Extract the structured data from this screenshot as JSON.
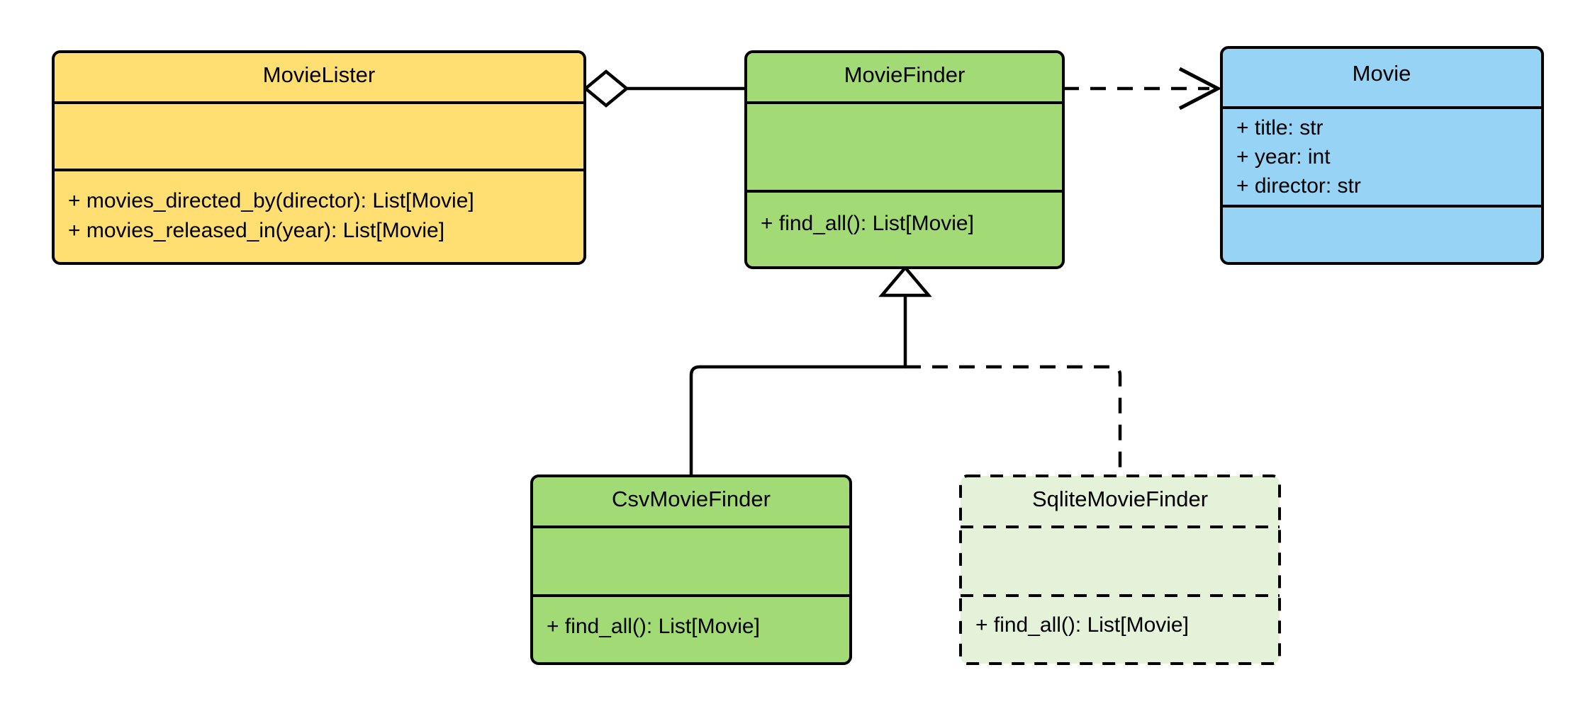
{
  "diagram": {
    "type": "uml-class-diagram",
    "background": "#ffffff",
    "palette": {
      "yellow": "#FFDE72",
      "green": "#A2DA76",
      "blue": "#97D3F5",
      "pale_green": "#E3F2D8",
      "stroke": "#000000"
    },
    "classes": [
      {
        "id": "movie-lister",
        "name": "MovieLister",
        "fill": "#FFDE72",
        "border": "solid",
        "attributes": [],
        "methods": [
          "+ movies_directed_by(director): List[Movie]",
          "+ movies_released_in(year): List[Movie]"
        ]
      },
      {
        "id": "movie-finder",
        "name": "MovieFinder",
        "fill": "#A2DA76",
        "border": "solid",
        "attributes": [],
        "methods": [
          "+ find_all(): List[Movie]"
        ]
      },
      {
        "id": "movie",
        "name": "Movie",
        "fill": "#97D3F5",
        "border": "solid",
        "attributes": [
          "+ title: str",
          "+ year: int",
          "+ director: str"
        ],
        "methods": []
      },
      {
        "id": "csv-movie-finder",
        "name": "CsvMovieFinder",
        "fill": "#A2DA76",
        "border": "solid",
        "attributes": [],
        "methods": [
          "+ find_all(): List[Movie]"
        ]
      },
      {
        "id": "sqlite-movie-finder",
        "name": "SqliteMovieFinder",
        "fill": "#E3F2D8",
        "border": "dashed",
        "attributes": [],
        "methods": [
          "+ find_all(): List[Movie]"
        ]
      }
    ],
    "relationships": [
      {
        "id": "lister-aggregates-finder",
        "kind": "aggregation",
        "line": "solid",
        "marker": "hollow-diamond",
        "from": "MovieLister",
        "to": "MovieFinder"
      },
      {
        "id": "finder-depends-movie",
        "kind": "dependency",
        "line": "dashed",
        "marker": "open-arrow",
        "from": "MovieFinder",
        "to": "Movie"
      },
      {
        "id": "csv-inherits-finder",
        "kind": "generalization",
        "line": "solid",
        "marker": "hollow-triangle",
        "from": "CsvMovieFinder",
        "to": "MovieFinder"
      },
      {
        "id": "sqlite-inherits-finder",
        "kind": "generalization",
        "line": "dashed",
        "marker": "hollow-triangle",
        "from": "SqliteMovieFinder",
        "to": "MovieFinder"
      }
    ]
  }
}
